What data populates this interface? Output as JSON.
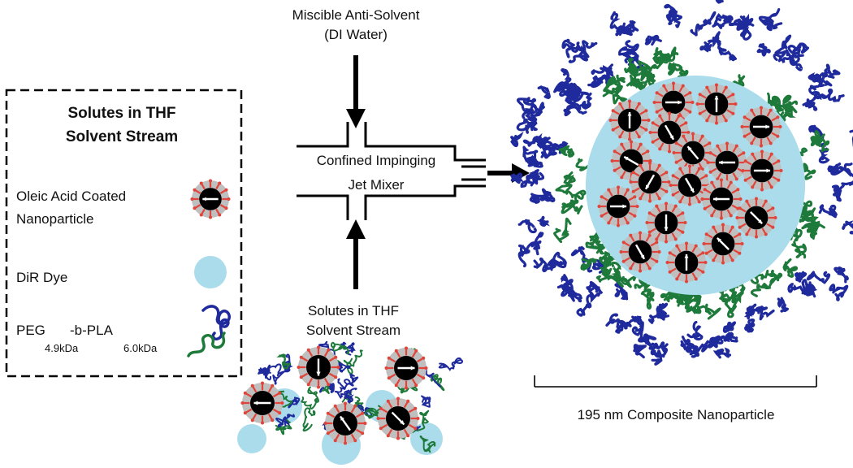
{
  "inputs": {
    "antisolvent_line1": "Miscible Anti-Solvent",
    "antisolvent_line2": "(DI Water)",
    "solvent_line1": "Solutes in THF",
    "solvent_line2": "Solvent Stream"
  },
  "mixer": {
    "line1": "Confined Impinging",
    "line2": "Jet Mixer"
  },
  "legend": {
    "title_line1": "Solutes in THF",
    "title_line2": "Solvent Stream",
    "nanoparticle_line1": "Oleic Acid Coated",
    "nanoparticle_line2": "Nanoparticle",
    "dye": "DiR Dye",
    "polymer_part1": "PEG",
    "polymer_part2": "-b-PLA",
    "peg_mw": "4.9kDa",
    "pla_mw": "6.0kDa"
  },
  "result": {
    "scale_label": "195 nm Composite Nanoparticle"
  },
  "colors": {
    "peg": "#1f2a9c",
    "pla": "#1e7a3a",
    "dye": "#aadcec",
    "shell": "#bfbfbf",
    "coating": "#e0443a",
    "core": "#000000"
  }
}
